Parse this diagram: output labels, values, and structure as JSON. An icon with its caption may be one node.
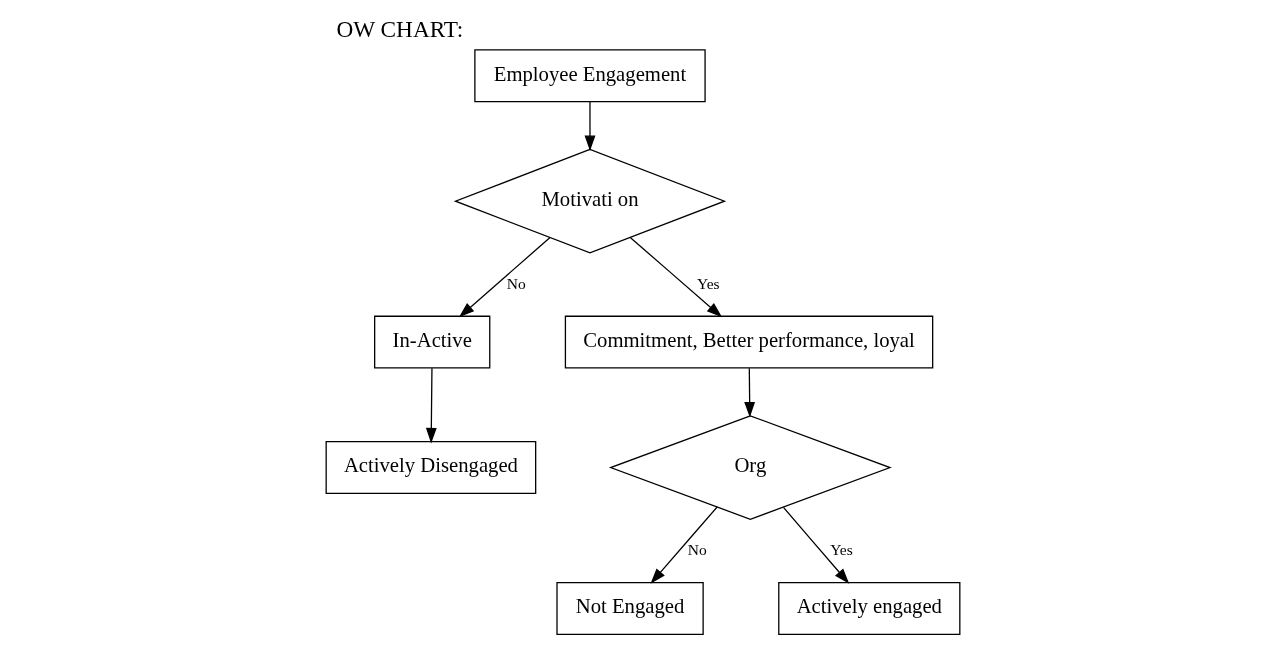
{
  "diagram": {
    "title": "OW CHART:",
    "nodes": [
      {
        "text": [
          "Employee Engagement"
        ]
      },
      {
        "text": [
          "Motivati on"
        ]
      },
      {
        "text": [
          "In-Active"
        ]
      },
      {
        "text": [
          "Actively Disengaged"
        ]
      },
      {
        "text": [
          "Commitment, Better performance, loyal"
        ]
      },
      {
        "text": [
          "Org"
        ]
      },
      {
        "text": [
          "Not Engaged"
        ]
      },
      {
        "text": [
          "Actively engaged"
        ]
      }
    ],
    "edges": [
      {
        "from": 0,
        "to": 1,
        "arrow": "to"
      },
      {
        "from": 1,
        "to": 2,
        "arrow": "to",
        "label": "No"
      },
      {
        "from": 1,
        "to": 4,
        "arrow": "to",
        "label": "Yes"
      },
      {
        "from": 2,
        "to": 3,
        "arrow": "to"
      },
      {
        "from": 4,
        "to": 5,
        "arrow": "to"
      },
      {
        "from": 5,
        "to": 6,
        "arrow": "to",
        "label": "No"
      },
      {
        "from": 5,
        "to": 7,
        "arrow": "to",
        "label": "Yes"
      }
    ]
  }
}
